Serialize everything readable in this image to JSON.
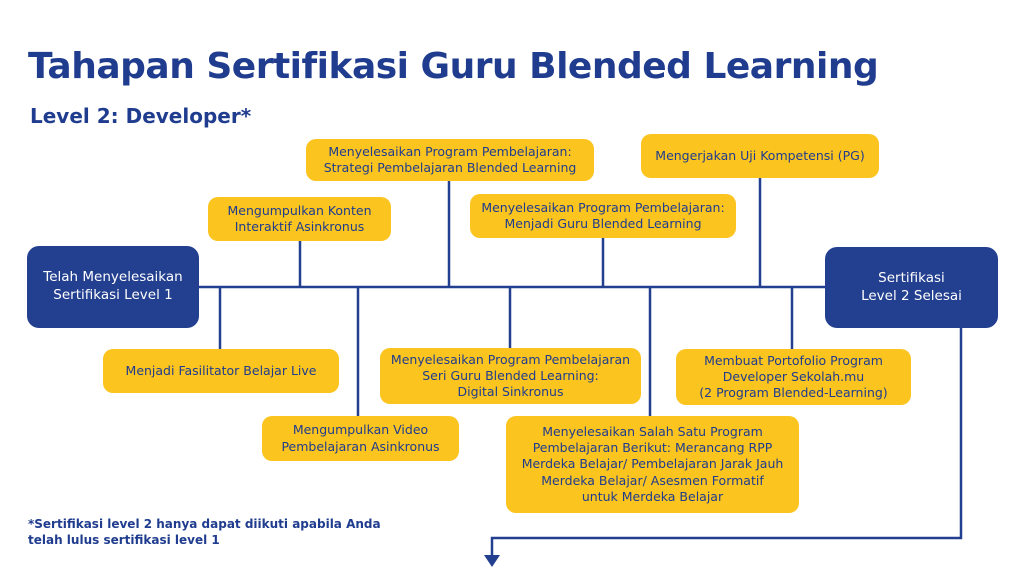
{
  "header": {
    "title": "Tahapan Sertifikasi Guru Blended Learning",
    "subtitle": "Level 2: Developer*"
  },
  "colors": {
    "navy": "#233f8f",
    "title_blue": "#1f3c8f",
    "yellow": "#fcc41e",
    "white": "#ffffff"
  },
  "diagram": {
    "start": "Telah Menyelesaikan\nSertifikasi Level 1",
    "end": "Sertifikasi\nLevel 2 Selesai",
    "steps": [
      "Menyelesaikan Program Pembelajaran:\nStrategi Pembelajaran Blended Learning",
      "Mengerjakan Uji Kompetensi (PG)",
      "Mengumpulkan Konten\nInteraktif Asinkronus",
      "Menyelesaikan Program Pembelajaran:\nMenjadi Guru Blended Learning",
      "Menjadi Fasilitator Belajar Live",
      "Menyelesaikan Program Pembelajaran\nSeri Guru Blended Learning:\nDigital Sinkronus",
      "Membuat Portofolio Program\nDeveloper Sekolah.mu\n(2 Program Blended-Learning)",
      "Mengumpulkan Video\nPembelajaran Asinkronus",
      "Menyelesaikan Salah Satu Program\nPembelajaran Berikut: Merancang RPP\nMerdeka Belajar/ Pembelajaran Jarak Jauh\nMerdeka Belajar/ Asesmen Formatif\nuntuk Merdeka Belajar"
    ]
  },
  "footnote": "*Sertifikasi level 2 hanya dapat diikuti apabila Anda\n  telah lulus sertifikasi level 1"
}
